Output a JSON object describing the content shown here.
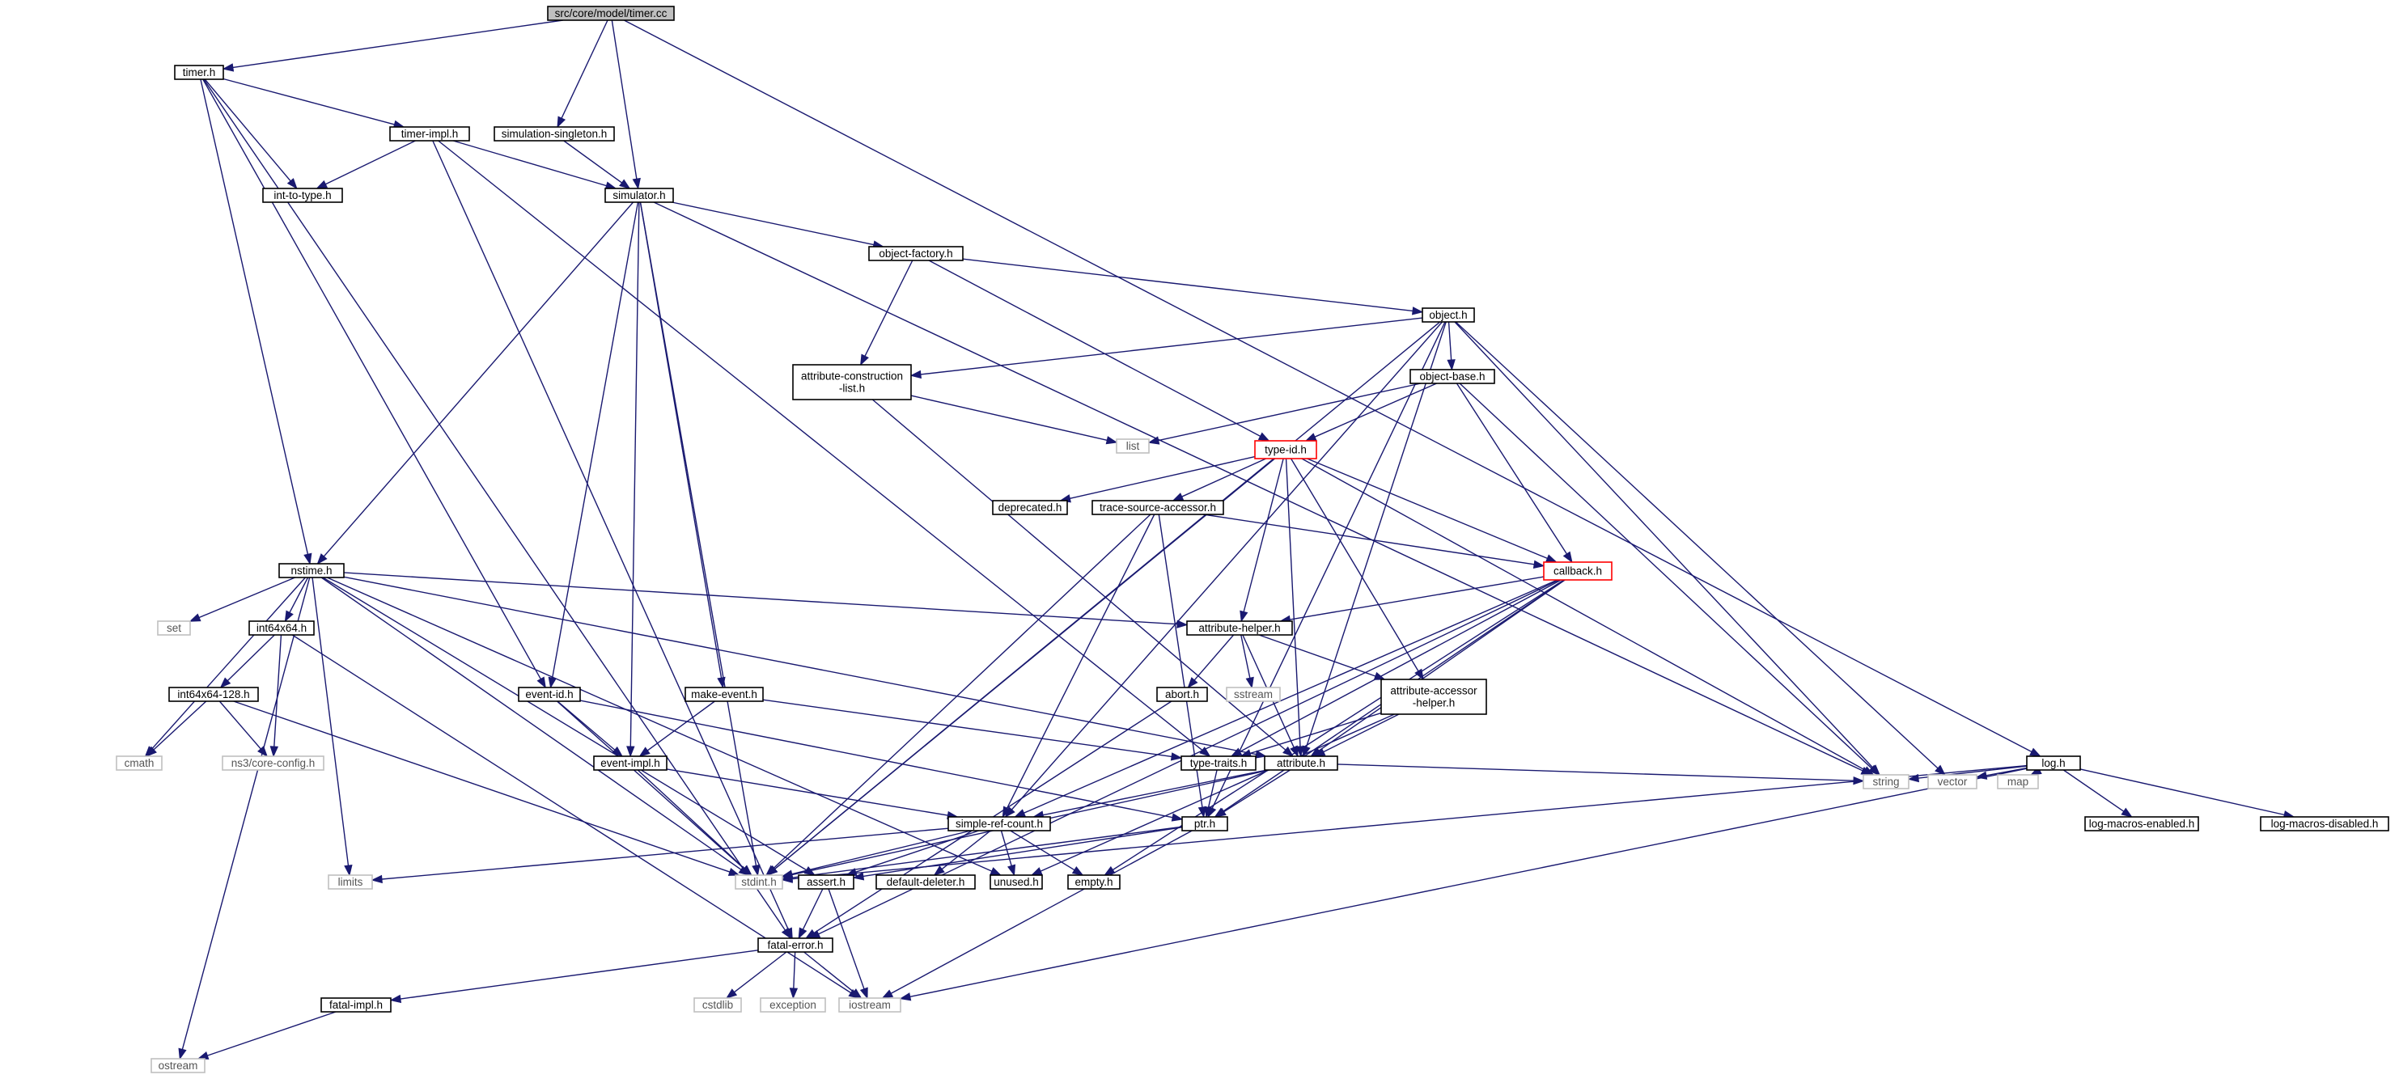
{
  "colors": {
    "edge": "#191970",
    "node_border": "#000000",
    "node_border_system": "#bfbfbf",
    "node_border_truncated": "#ff0000",
    "root_fill": "#bfbfbf",
    "node_fill": "#ffffff"
  },
  "nodes": [
    {
      "id": "timer_cc",
      "label": "src/core/model/timer.cc",
      "kind": "root"
    },
    {
      "id": "timer_h",
      "label": "timer.h",
      "kind": "header"
    },
    {
      "id": "timer_impl_h",
      "label": "timer-impl.h",
      "kind": "header"
    },
    {
      "id": "sim_singleton_h",
      "label": "simulation-singleton.h",
      "kind": "header"
    },
    {
      "id": "int_to_type_h",
      "label": "int-to-type.h",
      "kind": "header"
    },
    {
      "id": "simulator_h",
      "label": "simulator.h",
      "kind": "header"
    },
    {
      "id": "object_factory_h",
      "label": "object-factory.h",
      "kind": "header"
    },
    {
      "id": "object_h",
      "label": "object.h",
      "kind": "header"
    },
    {
      "id": "attr_constr_list_h",
      "label": "attribute-construction\n-list.h",
      "kind": "header"
    },
    {
      "id": "object_base_h",
      "label": "object-base.h",
      "kind": "header"
    },
    {
      "id": "list",
      "label": "list",
      "kind": "system"
    },
    {
      "id": "type_id_h",
      "label": "type-id.h",
      "kind": "truncated"
    },
    {
      "id": "deprecated_h",
      "label": "deprecated.h",
      "kind": "header"
    },
    {
      "id": "trace_src_acc_h",
      "label": "trace-source-accessor.h",
      "kind": "header"
    },
    {
      "id": "callback_h",
      "label": "callback.h",
      "kind": "truncated"
    },
    {
      "id": "nstime_h",
      "label": "nstime.h",
      "kind": "header"
    },
    {
      "id": "set",
      "label": "set",
      "kind": "system"
    },
    {
      "id": "int64x64_h",
      "label": "int64x64.h",
      "kind": "header"
    },
    {
      "id": "int64x64_128_h",
      "label": "int64x64-128.h",
      "kind": "header"
    },
    {
      "id": "cmath",
      "label": "cmath",
      "kind": "system"
    },
    {
      "id": "core_config_h",
      "label": "ns3/core-config.h",
      "kind": "system"
    },
    {
      "id": "event_id_h",
      "label": "event-id.h",
      "kind": "header"
    },
    {
      "id": "make_event_h",
      "label": "make-event.h",
      "kind": "header"
    },
    {
      "id": "event_impl_h",
      "label": "event-impl.h",
      "kind": "header"
    },
    {
      "id": "attr_helper_h",
      "label": "attribute-helper.h",
      "kind": "header"
    },
    {
      "id": "abort_h",
      "label": "abort.h",
      "kind": "header"
    },
    {
      "id": "sstream",
      "label": "sstream",
      "kind": "system"
    },
    {
      "id": "attr_acc_helper_h",
      "label": "attribute-accessor\n-helper.h",
      "kind": "header"
    },
    {
      "id": "type_traits_h",
      "label": "type-traits.h",
      "kind": "header"
    },
    {
      "id": "attribute_h",
      "label": "attribute.h",
      "kind": "header"
    },
    {
      "id": "simple_ref_count_h",
      "label": "simple-ref-count.h",
      "kind": "header"
    },
    {
      "id": "ptr_h",
      "label": "ptr.h",
      "kind": "header"
    },
    {
      "id": "limits",
      "label": "limits",
      "kind": "system"
    },
    {
      "id": "stdint_h",
      "label": "stdint.h",
      "kind": "system"
    },
    {
      "id": "assert_h",
      "label": "assert.h",
      "kind": "header"
    },
    {
      "id": "default_deleter_h",
      "label": "default-deleter.h",
      "kind": "header"
    },
    {
      "id": "unused_h",
      "label": "unused.h",
      "kind": "header"
    },
    {
      "id": "empty_h",
      "label": "empty.h",
      "kind": "header"
    },
    {
      "id": "fatal_error_h",
      "label": "fatal-error.h",
      "kind": "header"
    },
    {
      "id": "fatal_impl_h",
      "label": "fatal-impl.h",
      "kind": "header"
    },
    {
      "id": "cstdlib",
      "label": "cstdlib",
      "kind": "system"
    },
    {
      "id": "exception",
      "label": "exception",
      "kind": "system"
    },
    {
      "id": "iostream",
      "label": "iostream",
      "kind": "system"
    },
    {
      "id": "ostream",
      "label": "ostream",
      "kind": "system"
    },
    {
      "id": "string",
      "label": "string",
      "kind": "system"
    },
    {
      "id": "vector",
      "label": "vector",
      "kind": "system"
    },
    {
      "id": "map",
      "label": "map",
      "kind": "system"
    },
    {
      "id": "log_h",
      "label": "log.h",
      "kind": "header"
    },
    {
      "id": "log_macros_enabled_h",
      "label": "log-macros-enabled.h",
      "kind": "header"
    },
    {
      "id": "log_macros_disabled_h",
      "label": "log-macros-disabled.h",
      "kind": "header"
    }
  ],
  "edges": [
    [
      "timer_cc",
      "timer_h"
    ],
    [
      "timer_cc",
      "sim_singleton_h"
    ],
    [
      "timer_cc",
      "simulator_h"
    ],
    [
      "timer_cc",
      "log_h"
    ],
    [
      "timer_h",
      "timer_impl_h"
    ],
    [
      "timer_h",
      "int_to_type_h"
    ],
    [
      "timer_h",
      "nstime_h"
    ],
    [
      "timer_h",
      "event_id_h"
    ],
    [
      "timer_h",
      "fatal_error_h"
    ],
    [
      "timer_impl_h",
      "int_to_type_h"
    ],
    [
      "timer_impl_h",
      "simulator_h"
    ],
    [
      "timer_impl_h",
      "type_traits_h"
    ],
    [
      "timer_impl_h",
      "fatal_error_h"
    ],
    [
      "sim_singleton_h",
      "simulator_h"
    ],
    [
      "simulator_h",
      "object_factory_h"
    ],
    [
      "simulator_h",
      "nstime_h"
    ],
    [
      "simulator_h",
      "event_id_h"
    ],
    [
      "simulator_h",
      "event_impl_h"
    ],
    [
      "simulator_h",
      "make_event_h"
    ],
    [
      "simulator_h",
      "stdint_h"
    ],
    [
      "simulator_h",
      "string"
    ],
    [
      "object_factory_h",
      "object_h"
    ],
    [
      "object_factory_h",
      "attr_constr_list_h"
    ],
    [
      "object_factory_h",
      "type_id_h"
    ],
    [
      "object_h",
      "object_base_h"
    ],
    [
      "object_h",
      "attr_constr_list_h"
    ],
    [
      "object_h",
      "stdint_h"
    ],
    [
      "object_h",
      "simple_ref_count_h"
    ],
    [
      "object_h",
      "attribute_h"
    ],
    [
      "object_h",
      "ptr_h"
    ],
    [
      "object_h",
      "string"
    ],
    [
      "object_h",
      "vector"
    ],
    [
      "attr_constr_list_h",
      "list"
    ],
    [
      "attr_constr_list_h",
      "attribute_h"
    ],
    [
      "object_base_h",
      "list"
    ],
    [
      "object_base_h",
      "type_id_h"
    ],
    [
      "object_base_h",
      "callback_h"
    ],
    [
      "object_base_h",
      "string"
    ],
    [
      "type_id_h",
      "deprecated_h"
    ],
    [
      "type_id_h",
      "trace_src_acc_h"
    ],
    [
      "type_id_h",
      "callback_h"
    ],
    [
      "type_id_h",
      "attr_helper_h"
    ],
    [
      "type_id_h",
      "attr_acc_helper_h"
    ],
    [
      "type_id_h",
      "attribute_h"
    ],
    [
      "type_id_h",
      "stdint_h"
    ],
    [
      "type_id_h",
      "string"
    ],
    [
      "trace_src_acc_h",
      "callback_h"
    ],
    [
      "trace_src_acc_h",
      "simple_ref_count_h"
    ],
    [
      "trace_src_acc_h",
      "ptr_h"
    ],
    [
      "trace_src_acc_h",
      "stdint_h"
    ],
    [
      "callback_h",
      "attr_helper_h"
    ],
    [
      "callback_h",
      "type_traits_h"
    ],
    [
      "callback_h",
      "attribute_h"
    ],
    [
      "callback_h",
      "ptr_h"
    ],
    [
      "callback_h",
      "simple_ref_count_h"
    ],
    [
      "callback_h",
      "fatal_error_h"
    ],
    [
      "callback_h",
      "empty_h"
    ],
    [
      "nstime_h",
      "set"
    ],
    [
      "nstime_h",
      "int64x64_h"
    ],
    [
      "nstime_h",
      "attr_helper_h"
    ],
    [
      "nstime_h",
      "attribute_h"
    ],
    [
      "nstime_h",
      "cmath"
    ],
    [
      "nstime_h",
      "limits"
    ],
    [
      "nstime_h",
      "ostream"
    ],
    [
      "nstime_h",
      "stdint_h"
    ],
    [
      "nstime_h",
      "assert_h"
    ],
    [
      "nstime_h",
      "unused_h"
    ],
    [
      "int64x64_h",
      "int64x64_128_h"
    ],
    [
      "int64x64_h",
      "core_config_h"
    ],
    [
      "int64x64_h",
      "iostream"
    ],
    [
      "int64x64_128_h",
      "cmath"
    ],
    [
      "int64x64_128_h",
      "core_config_h"
    ],
    [
      "int64x64_128_h",
      "stdint_h"
    ],
    [
      "event_id_h",
      "event_impl_h"
    ],
    [
      "event_id_h",
      "ptr_h"
    ],
    [
      "event_id_h",
      "stdint_h"
    ],
    [
      "make_event_h",
      "event_impl_h"
    ],
    [
      "make_event_h",
      "type_traits_h"
    ],
    [
      "event_impl_h",
      "simple_ref_count_h"
    ],
    [
      "event_impl_h",
      "stdint_h"
    ],
    [
      "attr_helper_h",
      "abort_h"
    ],
    [
      "attr_helper_h",
      "sstream"
    ],
    [
      "attr_helper_h",
      "attr_acc_helper_h"
    ],
    [
      "attr_helper_h",
      "attribute_h"
    ],
    [
      "abort_h",
      "fatal_error_h"
    ],
    [
      "attr_acc_helper_h",
      "attribute_h"
    ],
    [
      "attr_acc_helper_h",
      "type_traits_h"
    ],
    [
      "attr_acc_helper_h",
      "unused_h"
    ],
    [
      "type_traits_h",
      "ptr_h"
    ],
    [
      "attribute_h",
      "ptr_h"
    ],
    [
      "attribute_h",
      "simple_ref_count_h"
    ],
    [
      "attribute_h",
      "string"
    ],
    [
      "attribute_h",
      "stdint_h"
    ],
    [
      "simple_ref_count_h",
      "empty_h"
    ],
    [
      "simple_ref_count_h",
      "default_deleter_h"
    ],
    [
      "simple_ref_count_h",
      "assert_h"
    ],
    [
      "simple_ref_count_h",
      "stdint_h"
    ],
    [
      "simple_ref_count_h",
      "limits"
    ],
    [
      "simple_ref_count_h",
      "unused_h"
    ],
    [
      "ptr_h",
      "iostream"
    ],
    [
      "ptr_h",
      "stdint_h"
    ],
    [
      "ptr_h",
      "assert_h"
    ],
    [
      "assert_h",
      "fatal_error_h"
    ],
    [
      "assert_h",
      "iostream"
    ],
    [
      "fatal_error_h",
      "fatal_impl_h"
    ],
    [
      "fatal_error_h",
      "cstdlib"
    ],
    [
      "fatal_error_h",
      "exception"
    ],
    [
      "fatal_error_h",
      "iostream"
    ],
    [
      "fatal_impl_h",
      "ostream"
    ],
    [
      "log_h",
      "string"
    ],
    [
      "log_h",
      "vector"
    ],
    [
      "log_h",
      "map"
    ],
    [
      "log_h",
      "log_macros_enabled_h"
    ],
    [
      "log_h",
      "log_macros_disabled_h"
    ],
    [
      "log_h",
      "iostream"
    ],
    [
      "log_h",
      "stdint_h"
    ]
  ]
}
